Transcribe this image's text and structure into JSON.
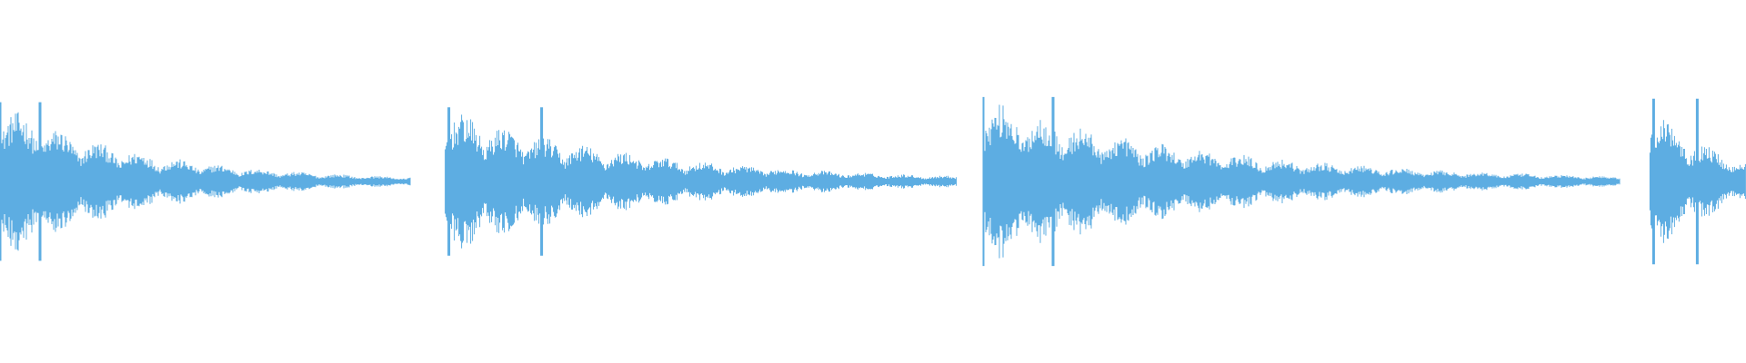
{
  "waveform": {
    "color": "#5dade2",
    "background": "#ffffff",
    "segments": [
      {
        "start": 0.0,
        "end": 0.235,
        "decay": 2.9,
        "amp": 0.92,
        "peaks": [
          0.0,
          0.023
        ]
      },
      {
        "start": 0.255,
        "end": 0.548,
        "decay": 2.6,
        "amp": 0.86,
        "peaks": [
          0.257,
          0.31
        ]
      },
      {
        "start": 0.563,
        "end": 0.928,
        "decay": 2.8,
        "amp": 0.98,
        "peaks": [
          0.563,
          0.603
        ]
      },
      {
        "start": 0.945,
        "end": 1.0,
        "decay": 1.4,
        "amp": 0.96,
        "peaks": [
          0.947,
          0.972
        ]
      }
    ]
  }
}
